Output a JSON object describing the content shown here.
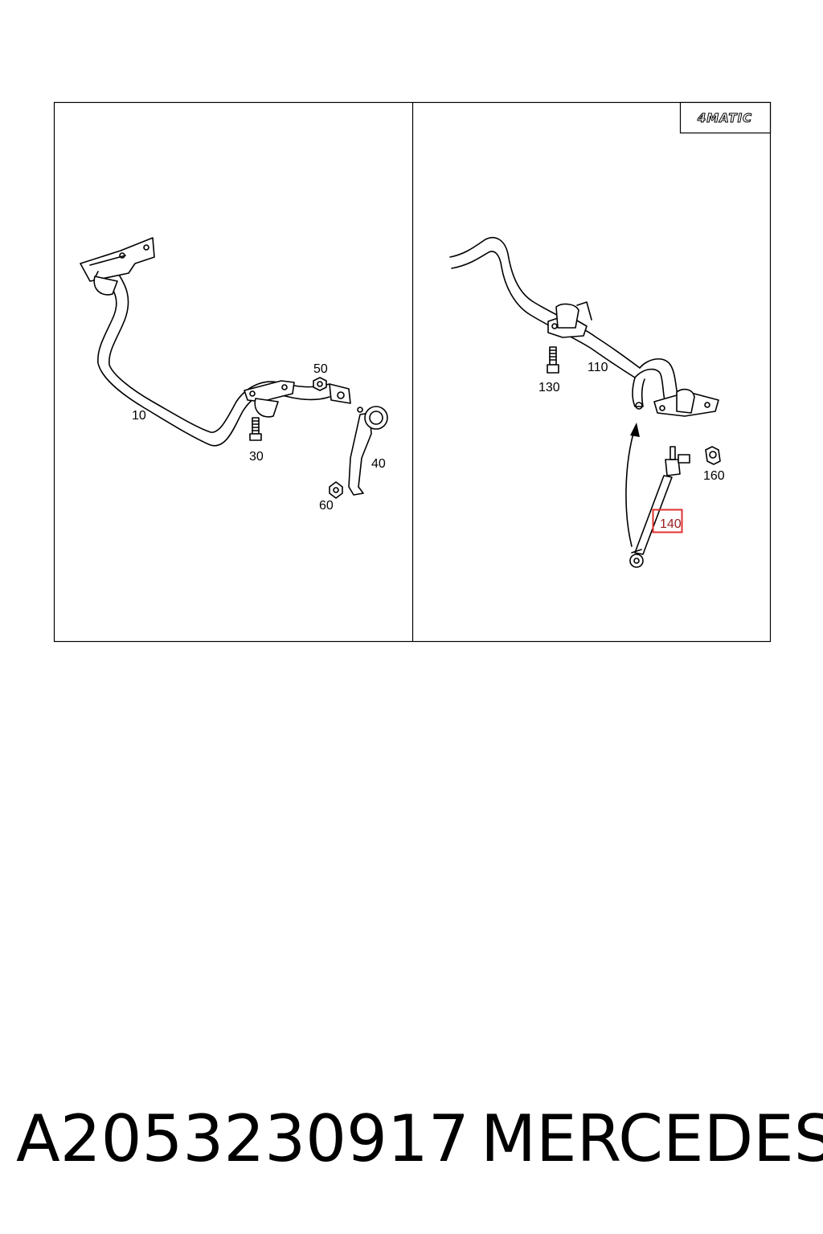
{
  "badge": {
    "label": "4MATIC"
  },
  "callouts": {
    "c10": "10",
    "c30": "30",
    "c40": "40",
    "c50": "50",
    "c60": "60",
    "c110": "110",
    "c130": "130",
    "c140": "140",
    "c160": "160"
  },
  "highlight_color": "#e03030",
  "footer": {
    "part_number": "A2053230917",
    "brand": "MERCEDES"
  }
}
